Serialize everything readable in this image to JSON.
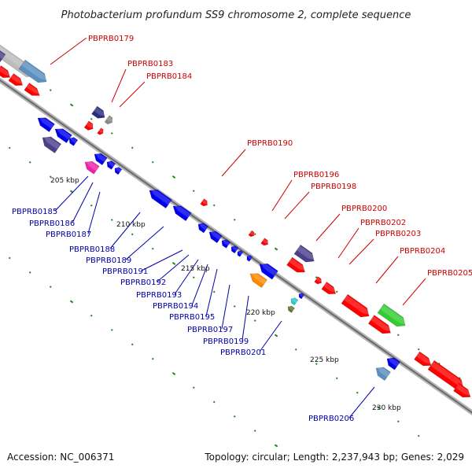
{
  "title": "Photobacterium profundum SS9 chromosome 2, complete sequence",
  "footer": {
    "accession": "Accession: NC_006371",
    "summary": "Topology: circular; Length: 2,237,943 bp; Genes: 2,029"
  },
  "colors": {
    "forward_gene": "#ff0000",
    "reverse_gene": "#0000ee",
    "backbone": "#888888",
    "tick": "#1a8a1a",
    "forward_label": "#cc0000",
    "reverse_label": "#0000aa"
  },
  "scale_labels": [
    "205 kbp",
    "210 kbp",
    "215 kbp",
    "220 kbp",
    "225 kbp",
    "230 kbp"
  ],
  "forward_labels": [
    "PBPRB0179",
    "PBPRB0183",
    "PBPRB0184",
    "PBPRB0190",
    "PBPRB0196",
    "PBPRB0198",
    "PBPRB0200",
    "PBPRB0202",
    "PBPRB0203",
    "PBPRB0204",
    "PBPRB0205"
  ],
  "reverse_labels": [
    "PBPRB0185",
    "PBPRB0186",
    "PBPRB0187",
    "PBPRB0188",
    "PBPRB0189",
    "PBPRB0191",
    "PBPRB0192",
    "PBPRB0193",
    "PBPRB0194",
    "PBPRB0195",
    "PBPRB0197",
    "PBPRB0199",
    "PBPRB0201",
    "PBPRB0206"
  ]
}
